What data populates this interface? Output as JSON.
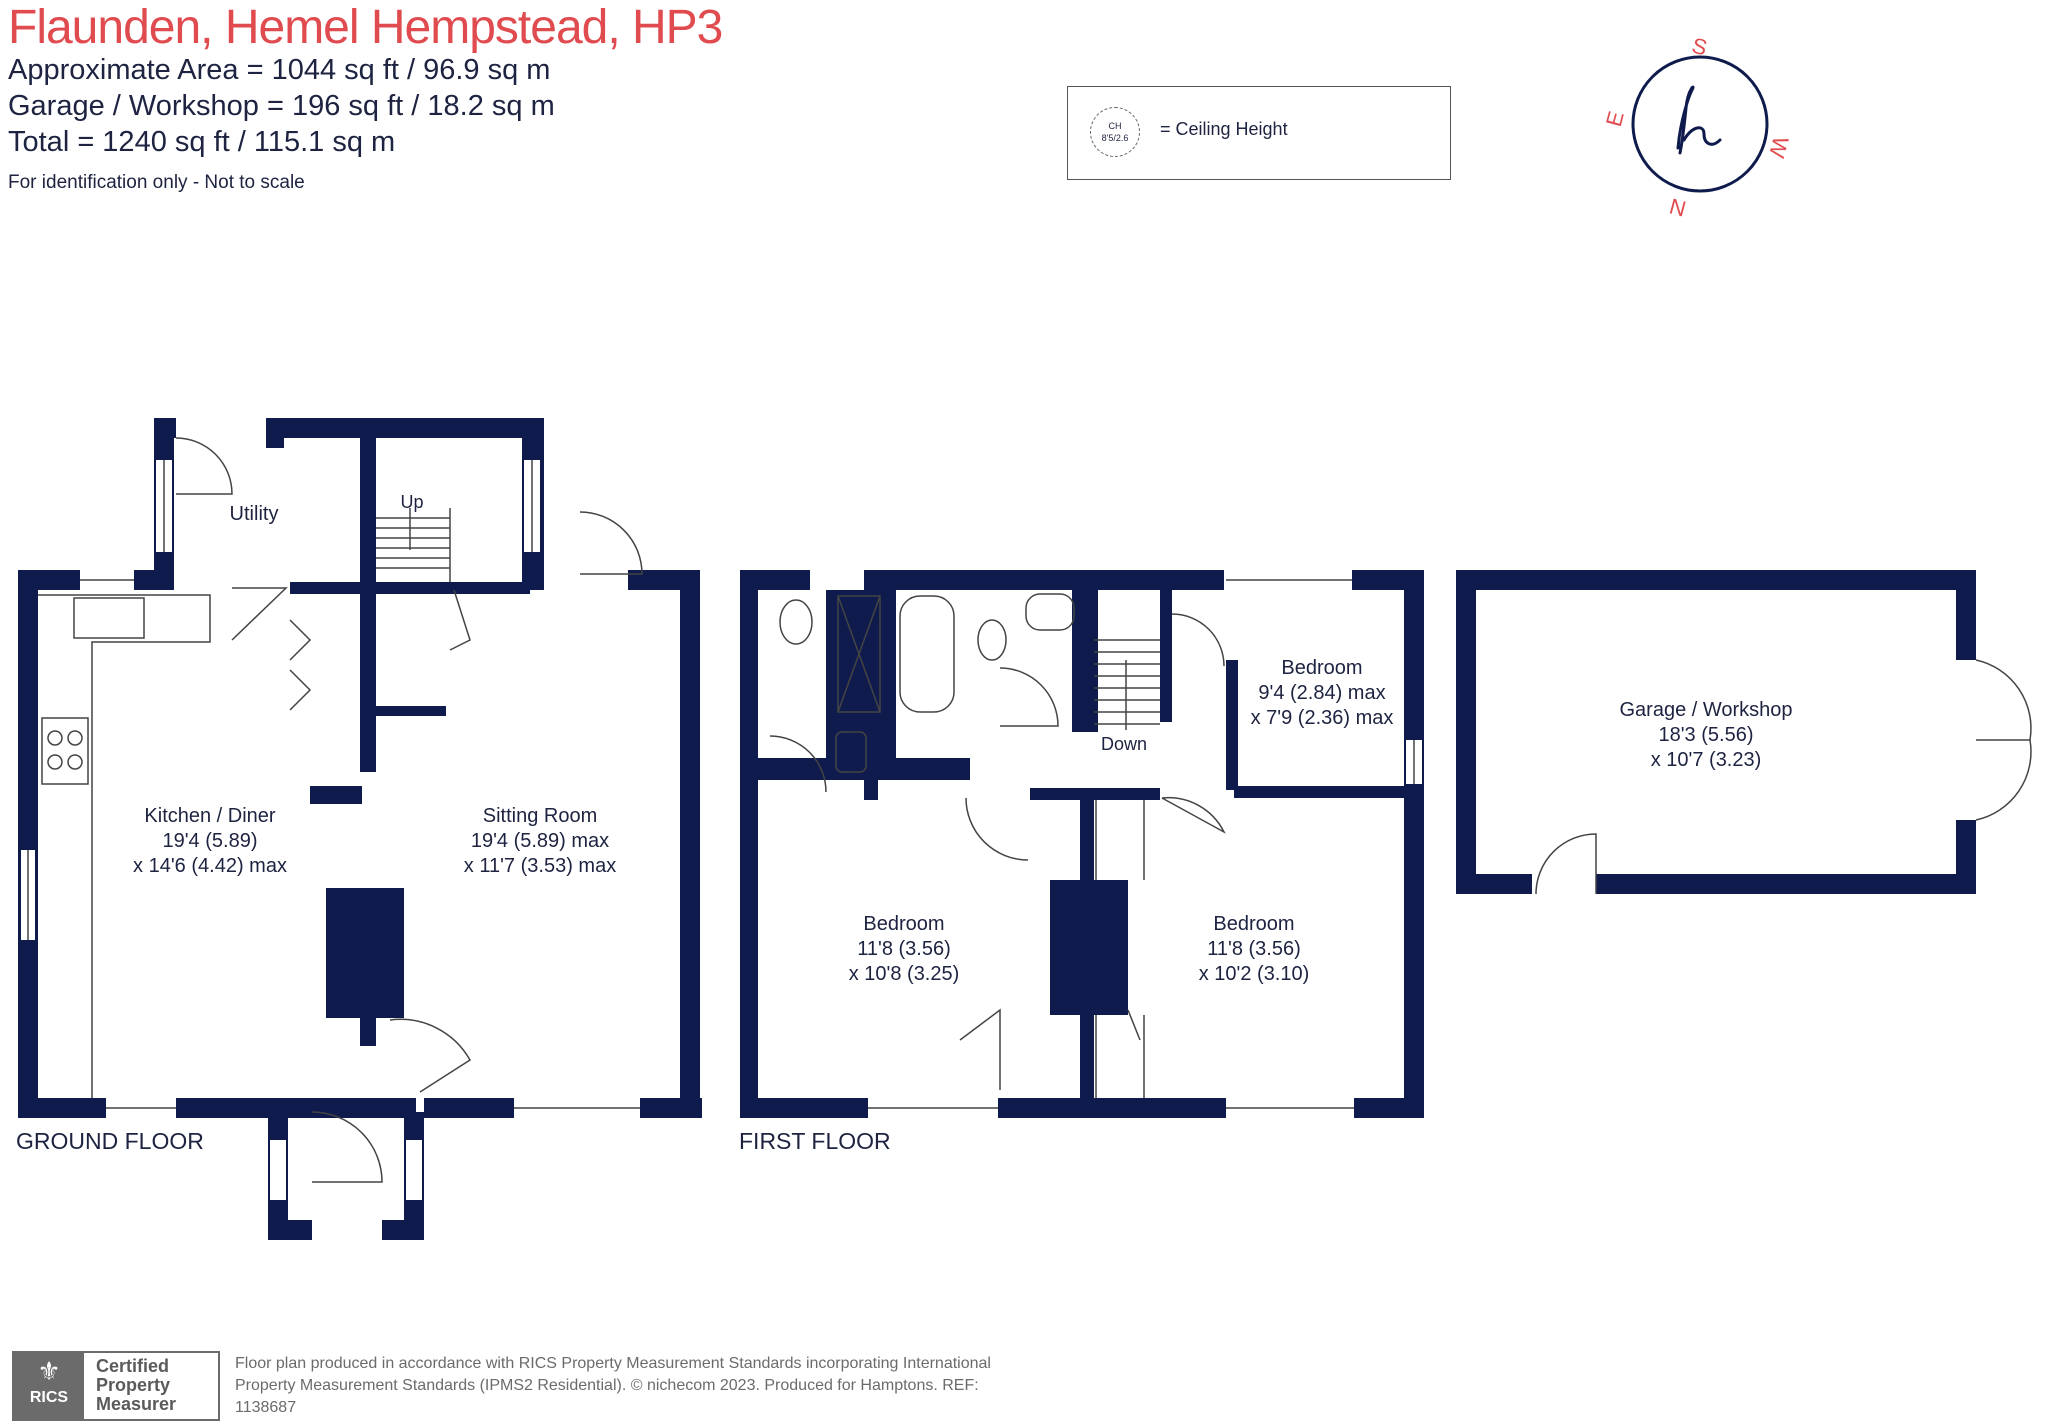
{
  "header": {
    "title": "Flaunden, Hemel Hempstead, HP3",
    "area_lines": [
      "Approximate Area = 1044 sq ft / 96.9 sq m",
      "Garage / Workshop = 196 sq ft / 18.2 sq m",
      "Total = 1240 sq ft / 115.1 sq m"
    ],
    "note": "For identification only - Not to scale"
  },
  "legend": {
    "symbol_top": "CH",
    "symbol_bottom": "8'5/2.6",
    "label": "= Ceiling Height"
  },
  "compass": {
    "s": "S",
    "w": "W",
    "n": "N",
    "e": "E",
    "logo": "h",
    "accent": "#e04b4f"
  },
  "ground_floor": {
    "label": "GROUND FLOOR",
    "utility": "Utility",
    "stairs": "Up",
    "kitchen": {
      "name": "Kitchen / Diner",
      "dim1": "19'4 (5.89)",
      "dim2": "x 14'6 (4.42) max"
    },
    "sitting": {
      "name": "Sitting Room",
      "dim1": "19'4 (5.89) max",
      "dim2": "x 11'7 (3.53) max"
    }
  },
  "first_floor": {
    "label": "FIRST FLOOR",
    "stairs": "Down",
    "bedroom_small": {
      "name": "Bedroom",
      "dim1": "9'4 (2.84) max",
      "dim2": "x 7'9 (2.36) max"
    },
    "bedroom_left": {
      "name": "Bedroom",
      "dim1": "11'8 (3.56)",
      "dim2": "x 10'8 (3.25)"
    },
    "bedroom_right": {
      "name": "Bedroom",
      "dim1": "11'8 (3.56)",
      "dim2": "x 10'2 (3.10)"
    }
  },
  "garage": {
    "name": "Garage / Workshop",
    "dim1": "18'3 (5.56)",
    "dim2": "x 10'7 (3.23)"
  },
  "footer": {
    "rics_logo": "RICS",
    "certified": "Certified\nProperty\nMeasurer",
    "text": "Floor plan produced in accordance with RICS Property Measurement Standards incorporating International Property Measurement Standards (IPMS2 Residential). © nichecom 2023. Produced for Hamptons. REF: 1138687"
  },
  "colors": {
    "wall": "#0f1b4c",
    "accent": "#e04b4f",
    "text": "#1d2340"
  }
}
